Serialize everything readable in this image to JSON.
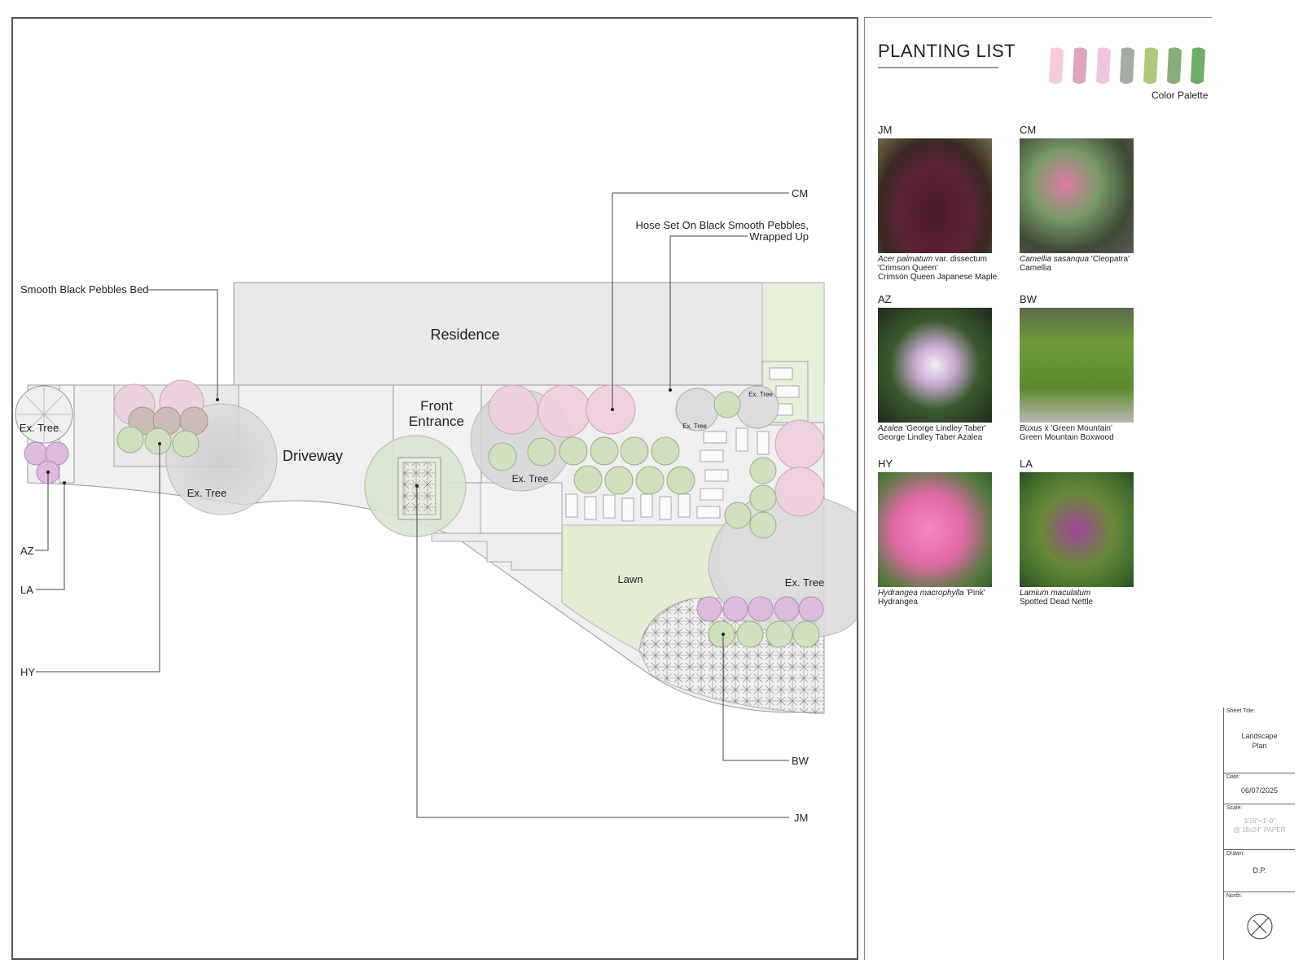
{
  "plan": {
    "labels": {
      "residence": "Residence",
      "driveway": "Driveway",
      "front_entrance_1": "Front",
      "front_entrance_2": "Entrance",
      "lawn": "Lawn",
      "ex_tree_left": "Ex. Tree",
      "ex_tree_driveway": "Ex. Tree",
      "ex_tree_center": "Ex. Tree",
      "ex_tree_small_1": "Ex. Tree",
      "ex_tree_small_2": "Ex. Tree",
      "ex_tree_right": "Ex. Tree"
    },
    "callouts": {
      "pebbles_bed": "Smooth Black Pebbles Bed",
      "cm": "CM",
      "hose_1": "Hose Set On Black Smooth Pebbles,",
      "hose_2": "Wrapped Up",
      "az": "AZ",
      "la": "LA",
      "hy": "HY",
      "bw": "BW",
      "jm": "JM"
    }
  },
  "planting_list": {
    "title": "PLANTING LIST",
    "palette_label": "Color Palette",
    "palette_colors": [
      "#f5c6d6",
      "#d99bb7",
      "#eec0dc",
      "#9aa39b",
      "#a4c26f",
      "#7ea36a",
      "#5ea45a"
    ],
    "plants": [
      {
        "code": "JM",
        "caption_italic": "Acer palmatum",
        "caption_rest": " var. dissectum",
        "line2": "'Crimson Queen'",
        "line3": "Crimson Queen Japanese Maple",
        "photo": "red-maple-photo"
      },
      {
        "code": "CM",
        "caption_italic": "Camellia sasanqua",
        "caption_rest": " 'Cleopatra'",
        "line2": "Camellia",
        "line3": "",
        "photo": "camellia-photo"
      },
      {
        "code": "AZ",
        "caption_italic": "Azalea",
        "caption_rest": " 'George Lindley Taber'",
        "line2": "George Lindley Taber Azalea",
        "line3": "",
        "photo": "azalea-photo"
      },
      {
        "code": "BW",
        "caption_italic": "Buxus",
        "caption_rest": " x 'Green Mountain'",
        "line2": "Green Mountain Boxwood",
        "line3": "",
        "photo": "boxwood-photo"
      },
      {
        "code": "HY",
        "caption_italic": "Hydrangea macrophylla",
        "caption_rest": " 'Pink'",
        "line2": "Hydrangea",
        "line3": "",
        "photo": "hydrangea-photo"
      },
      {
        "code": "LA",
        "caption_italic": "Lamium maculatum",
        "caption_rest": "",
        "line2": "Spotted Dead Nettle",
        "line3": "",
        "photo": "lamium-photo"
      }
    ]
  },
  "title_block": {
    "sheet_title_label": "Sheet Title:",
    "sheet_title_1": "Landscape",
    "sheet_title_2": "Plan",
    "date_label": "Date:",
    "date": "06/07/2025",
    "scale_label": "Scale:",
    "scale_1": "3/16\"=1'-0\"",
    "scale_2": "@ 18x24\" PAPER",
    "drawn_label": "Drawn:",
    "drawn": "D.P.",
    "north_label": "North:"
  }
}
